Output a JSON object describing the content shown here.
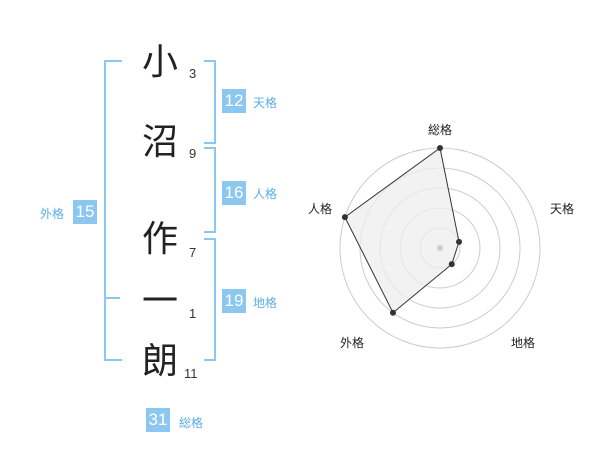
{
  "name": {
    "characters": [
      {
        "char": "小",
        "strokes": "3"
      },
      {
        "char": "沼",
        "strokes": "9"
      },
      {
        "char": "作",
        "strokes": "7"
      },
      {
        "char": "一",
        "strokes": "1"
      },
      {
        "char": "朗",
        "strokes": "11"
      }
    ]
  },
  "kaku": {
    "tenkaku": {
      "label": "天格",
      "value": "12"
    },
    "jinkaku": {
      "label": "人格",
      "value": "16"
    },
    "chikaku": {
      "label": "地格",
      "value": "19"
    },
    "gaikaku": {
      "label": "外格",
      "value": "15"
    },
    "soukaku": {
      "label": "総格",
      "value": "31"
    }
  },
  "radar": {
    "axes": [
      "総格",
      "天格",
      "地格",
      "外格",
      "人格"
    ],
    "levels": 5,
    "colors": {
      "ring": "#cccccc",
      "fill": "#eeeeee",
      "line": "#333333",
      "center": "#cccccc"
    }
  },
  "chart_data": {
    "type": "radar",
    "categories": [
      "総格",
      "天格",
      "地格",
      "外格",
      "人格"
    ],
    "values": [
      5,
      1,
      1,
      4,
      5
    ],
    "max": 5
  },
  "colors": {
    "accent": "#8cc7ef",
    "label_text": "#5aaee4"
  }
}
